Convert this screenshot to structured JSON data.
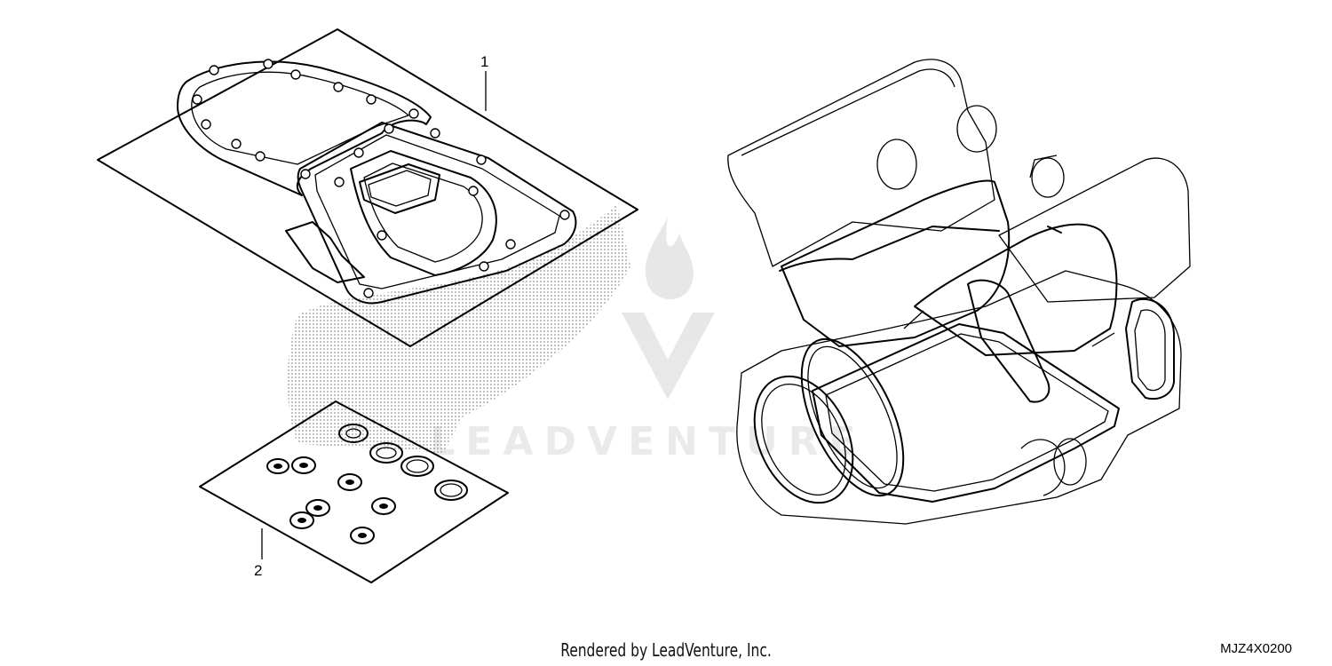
{
  "callouts": [
    {
      "number": "1",
      "part": "gasket-kit-a"
    },
    {
      "number": "2",
      "part": "gasket-kit-b-o-rings"
    }
  ],
  "footer": {
    "credit": "Rendered by LeadVenture, Inc."
  },
  "diagram_code": "MJZ4X0200",
  "watermark": {
    "brand": "LEADVENTURE"
  },
  "colors": {
    "line": "#000000",
    "background": "#ffffff",
    "watermark": "#e5e5e5"
  }
}
